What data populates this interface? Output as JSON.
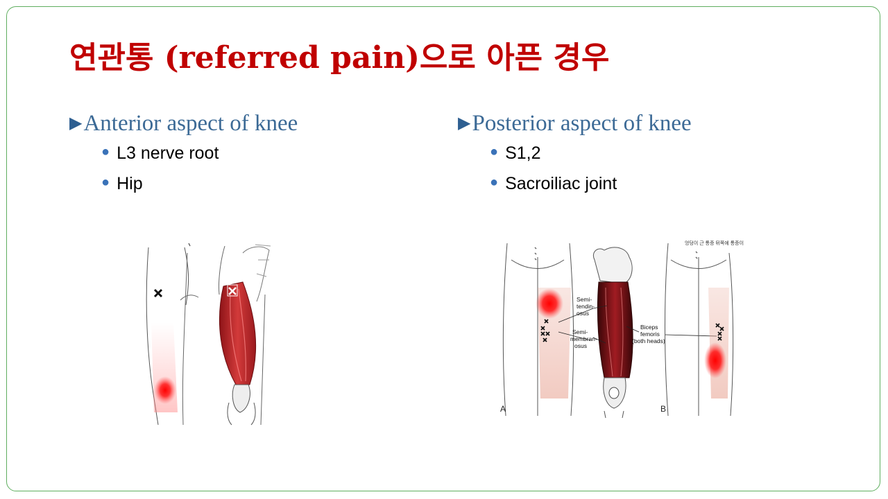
{
  "slide": {
    "title": "연관통 (referred pain)으로 아픈 경우",
    "left": {
      "heading": "Anterior aspect of knee",
      "bullets": [
        "L3 nerve root",
        "Hip"
      ]
    },
    "right": {
      "heading": "Posterior aspect of knee",
      "bullets": [
        "S1,2",
        "Sacroiliac joint"
      ]
    },
    "right_figure": {
      "labels": {
        "semitendinosus": [
          "Semi-",
          "tendin-",
          "osus"
        ],
        "semimembranosus": [
          "Semi-",
          "membran-",
          "osus"
        ],
        "biceps": [
          "Biceps",
          "femoris",
          "(both heads)"
        ],
        "panel_a": "A",
        "panel_b": "B",
        "corner_note": "엉덩이 근 통증 뒤쪽에 통증이"
      }
    },
    "colors": {
      "title": "#c00000",
      "heading": "#3c6a96",
      "bullet": "#3a72b8",
      "pain": "#ff0000",
      "muscle": "#c0282c",
      "frame": "#5fae5f"
    }
  }
}
